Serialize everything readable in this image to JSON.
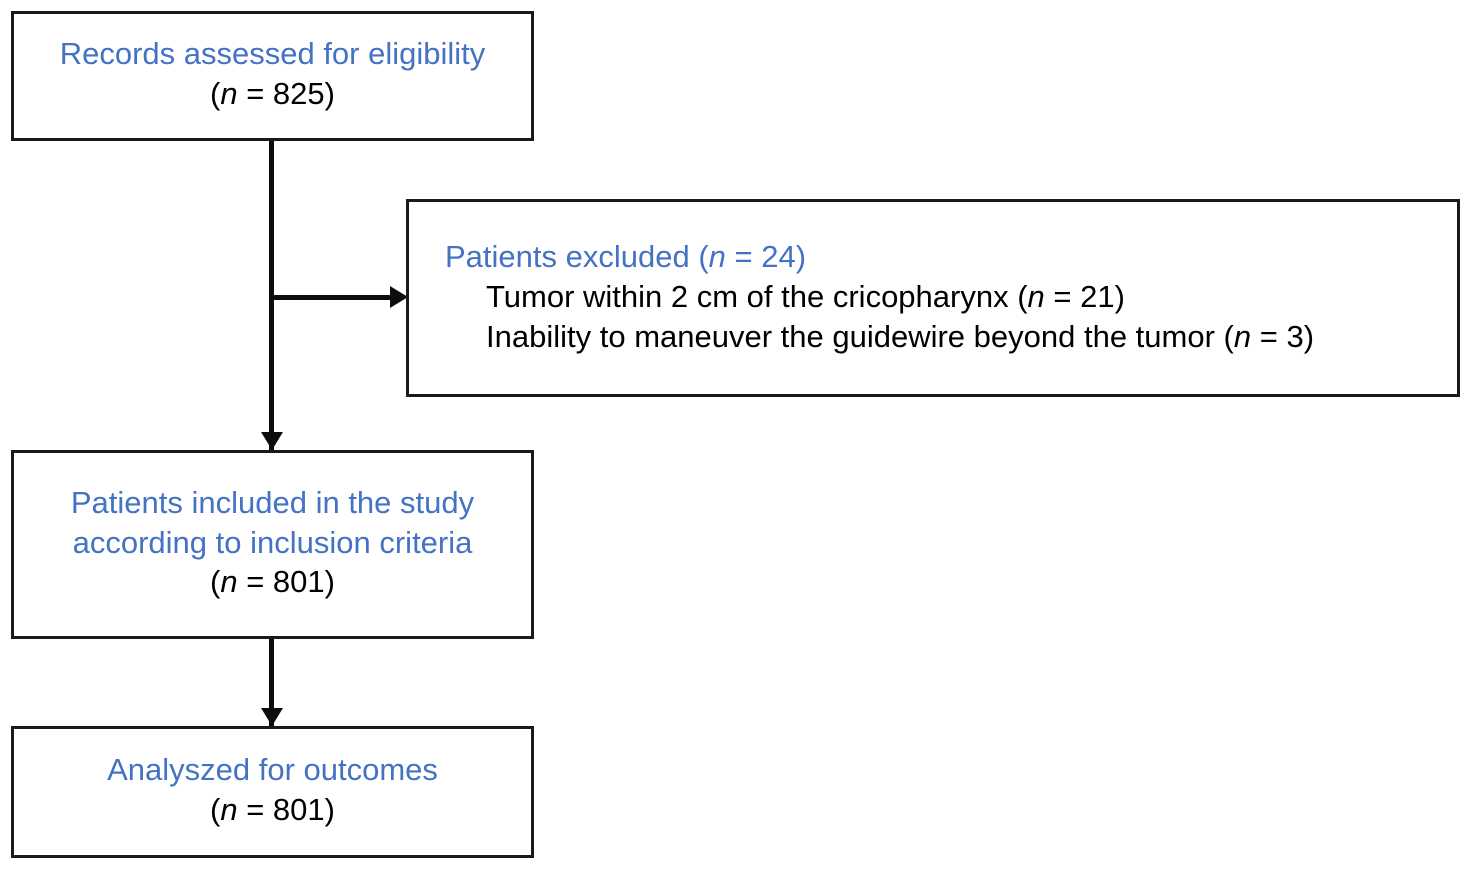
{
  "diagram": {
    "title": "Study participant flow diagram",
    "type": "flowchart",
    "accent_color": "#4472C4",
    "text_color": "#000000",
    "border_color": "#1a1a1a",
    "background": "#ffffff"
  },
  "nodes": {
    "eligibility": {
      "label_line1": "Records assessed for eligibility",
      "count_open": "(",
      "count_n": "n",
      "count_eq": " = 825",
      "count_close": ")"
    },
    "excluded": {
      "heading_text": "Patients excluded (",
      "heading_n": "n",
      "heading_rest": " = 24)",
      "reason1_text": "Tumor within 2 cm of the cricopharynx (",
      "reason1_n": "n",
      "reason1_rest": " = 21)",
      "reason2_text": "Inability to maneuver the guidewire beyond the tumor (",
      "reason2_n": "n",
      "reason2_rest": " = 3)"
    },
    "included": {
      "label_line1": "Patients included in the study",
      "label_line2": "according to inclusion criteria",
      "count_open": "(",
      "count_n": "n",
      "count_eq": " = 801",
      "count_close": ")"
    },
    "analyzed": {
      "label_line1": "Analyszed for outcomes",
      "count_open": "(",
      "count_n": "n",
      "count_eq": " = 801",
      "count_close": ")"
    }
  },
  "connectors": {
    "eligibility_to_excluded": "arrow-right",
    "eligibility_to_included": "arrow-down",
    "included_to_analyzed": "arrow-down"
  }
}
